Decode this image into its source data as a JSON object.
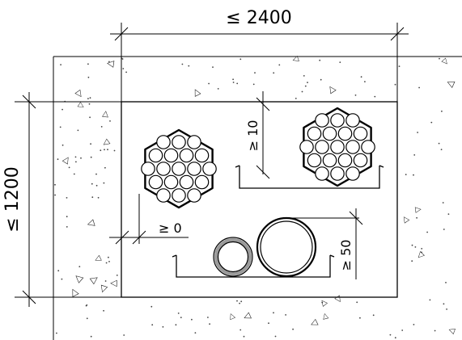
{
  "dimensions": {
    "max_width": "≤ 2400",
    "max_height": "≤ 1200",
    "min_gap_top": "≥ 10",
    "min_gap_side": "≥ 0",
    "min_gap_pipe": "≥ 50"
  },
  "legend_symbols": {
    "aggregate_glyph": "◁"
  },
  "colors": {
    "line": "#000000",
    "background": "#ffffff",
    "pipe_gray": "#9a9a9a"
  }
}
